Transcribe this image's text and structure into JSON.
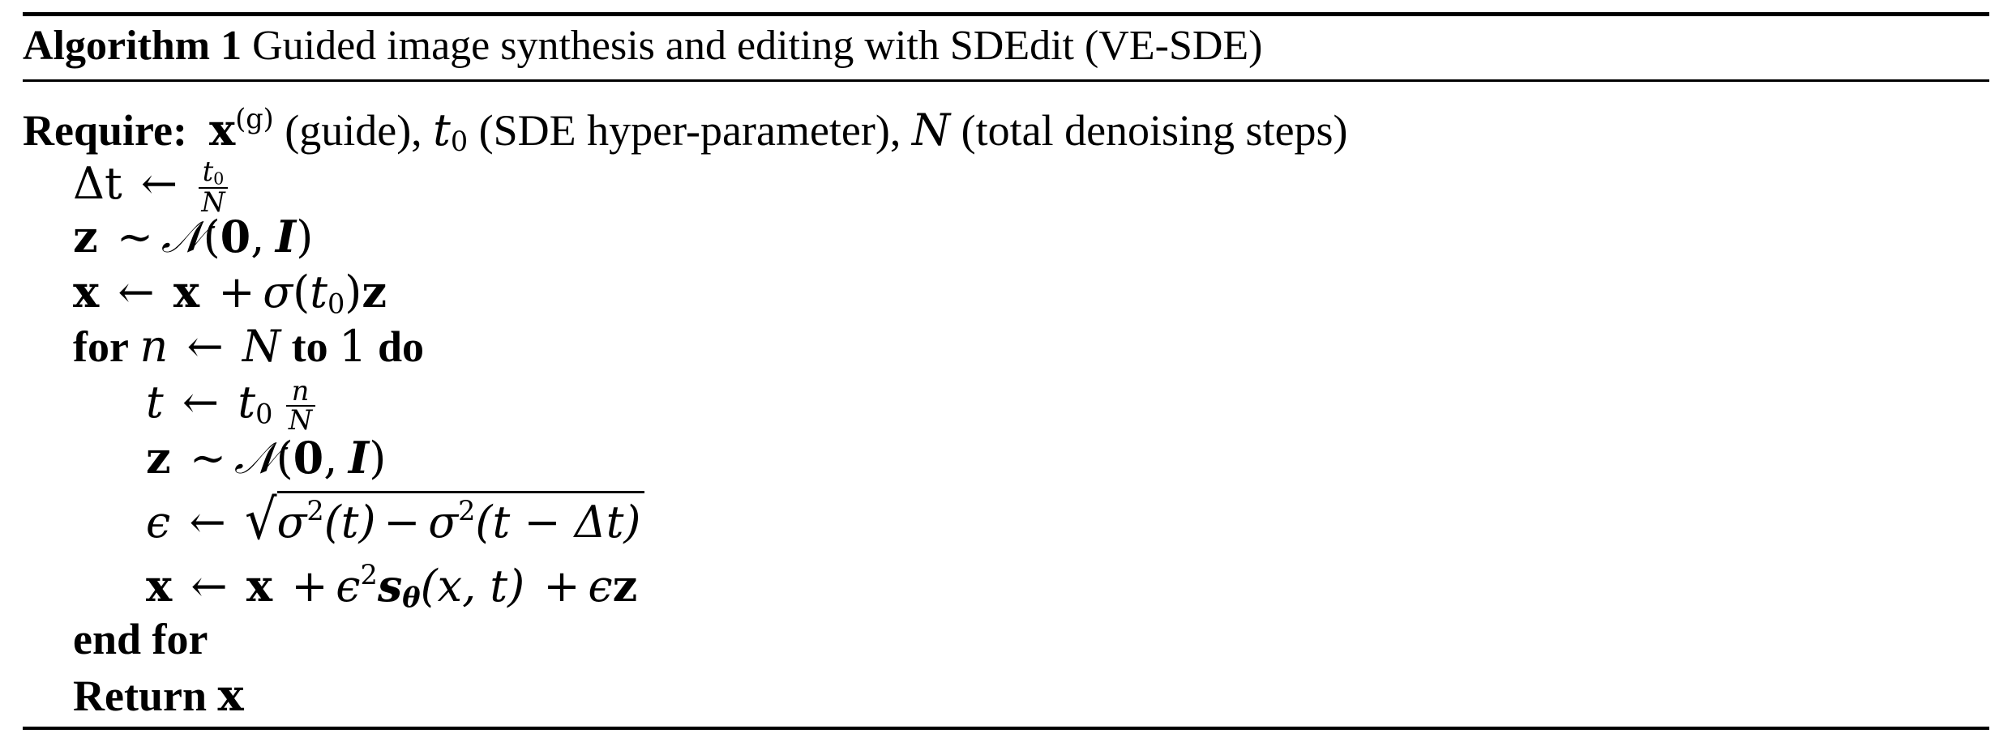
{
  "caption": {
    "label": "Algorithm 1",
    "title": "Guided image synthesis and editing with SDEdit (VE-SDE)"
  },
  "require": {
    "label": "Require:",
    "guide_var": "x",
    "guide_sup": "(g)",
    "guide_desc": "(guide),",
    "t0_var": "t",
    "t0_sub": "0",
    "t0_desc": "(SDE hyper-parameter),",
    "N_var": "N",
    "N_desc": "(total denoising steps)"
  },
  "lines": {
    "dt": {
      "lhs": "Δt",
      "arrow": "←",
      "frac_num": "t",
      "frac_num_sub": "0",
      "frac_den": "N"
    },
    "z1": {
      "z": "z",
      "sim": "∼",
      "cal": "𝒩",
      "open": "(",
      "zero": "0",
      "comma": ",",
      "I": "I",
      "close": ")"
    },
    "x1": {
      "x": "x",
      "arrow": "←",
      "x2": "x",
      "plus": "+",
      "sigma": "σ",
      "open": "(",
      "t": "t",
      "sub": "0",
      "close": ")",
      "z": "z"
    },
    "for": {
      "kw_for": "for",
      "n": "n",
      "arrow": "←",
      "N": "N",
      "kw_to": "to",
      "one": "1",
      "kw_do": "do"
    },
    "t": {
      "t": "t",
      "arrow": "←",
      "t0": "t",
      "t0_sub": "0",
      "frac_num": "n",
      "frac_den": "N"
    },
    "z2": {
      "z": "z",
      "sim": "∼",
      "cal": "𝒩",
      "open": "(",
      "zero": "0",
      "comma": ",",
      "I": "I",
      "close": ")"
    },
    "eps": {
      "eps": "ϵ",
      "arrow": "←",
      "radicand_a": "σ",
      "sq": "2",
      "arg_a": "(t)",
      "minus": "−",
      "radicand_b": "σ",
      "sq2": "2",
      "arg_b": "(t − Δt)"
    },
    "x2": {
      "x": "x",
      "arrow": "←",
      "x2": "x",
      "plus": "+",
      "eps": "ϵ",
      "sq": "2",
      "s": "s",
      "theta": "θ",
      "args": "(x, t)",
      "plus2": "+",
      "eps2": "ϵ",
      "z": "z"
    },
    "endfor": {
      "kw": "end for"
    },
    "return": {
      "kw": "Return",
      "x": "x"
    }
  }
}
